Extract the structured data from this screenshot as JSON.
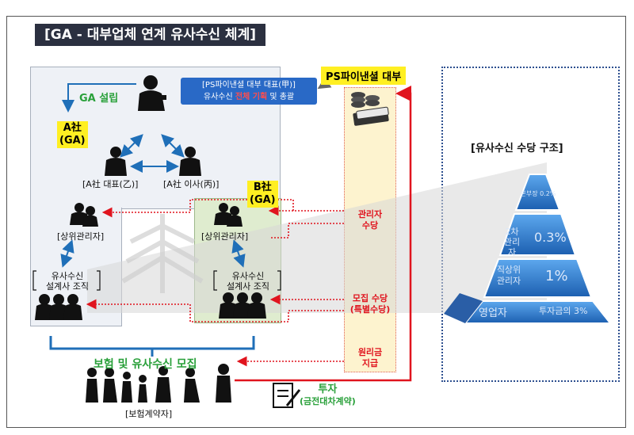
{
  "title": "[GA - 대부업체 연계 유사수신 체계]",
  "ps_label": "PS파이낸셜 대부",
  "ceo_box": {
    "line1": "[PS파이낸셜 대부 대표(甲)]",
    "line2_pre": "유사수신 ",
    "line2_hl": "전체 기획",
    "line2_post": " 및 총괄"
  },
  "ga_setup": "GA 설립",
  "a_company": {
    "line1": "A社",
    "line2": "(GA)"
  },
  "a_rep": "[A社 대표(乙)]",
  "a_director": "[A社 이사(丙)]",
  "b_company": {
    "line1": "B社",
    "line2": "(GA)"
  },
  "upper_manager_a": "[상위관리자]",
  "upper_manager_b": "[상위관리자]",
  "org_a": {
    "line1": "유사수신",
    "line2": "설계사 조직"
  },
  "org_b": {
    "line1": "유사수신",
    "line2": "설계사 조직"
  },
  "flow": {
    "mgr_fee": {
      "line1": "관리자",
      "line2": "수당"
    },
    "recruit_fee": {
      "line1": "모집 수당",
      "line2": "(특별수당)"
    },
    "principal": {
      "line1": "원리금",
      "line2": "지급"
    }
  },
  "recruit": "보험 및 유사수신 모집",
  "contractors": "[보험계약자]",
  "invest": {
    "line1": "투자",
    "line2": "(금전대차계약)"
  },
  "pyramid": {
    "title": "[유사수신 수당 구조]",
    "levels": [
      {
        "name": "본부장",
        "pct": "0.2%"
      },
      {
        "name": "2차 관리자",
        "pct": "0.3%"
      },
      {
        "name": "직상위 관리자",
        "pct": "1%"
      },
      {
        "name": "영업자",
        "pct": "투자금의 3%"
      }
    ]
  }
}
